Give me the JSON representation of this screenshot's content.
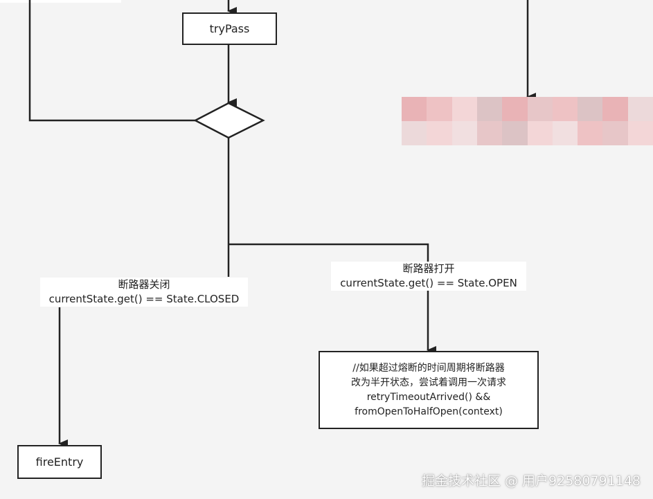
{
  "nodes": {
    "try_pass": "tryPass",
    "fire_entry": "fireEntry",
    "open_action": {
      "lines": [
        "//如果超过熔断的时间周期将断路器",
        "改为半开状态，尝试着调用一次请求",
        "retryTimeoutArrived() &&",
        "fromOpenToHalfOpen(context)"
      ]
    }
  },
  "edges": {
    "closed": {
      "title": "断路器关闭",
      "condition": "currentState.get() == State.CLOSED"
    },
    "open": {
      "title": "断路器打开",
      "condition": "currentState.get() == State.OPEN"
    }
  },
  "watermark": "掘金技术社区 @ 用户92580791148",
  "colors": {
    "line": "#222222",
    "background": "#f4f4f4",
    "mosaic": [
      "#e9b3b6",
      "#eec2c4",
      "#f3d6d7",
      "#dcc3c5",
      "#e7c6c8",
      "#ecd9da",
      "#f1dfe0"
    ]
  }
}
